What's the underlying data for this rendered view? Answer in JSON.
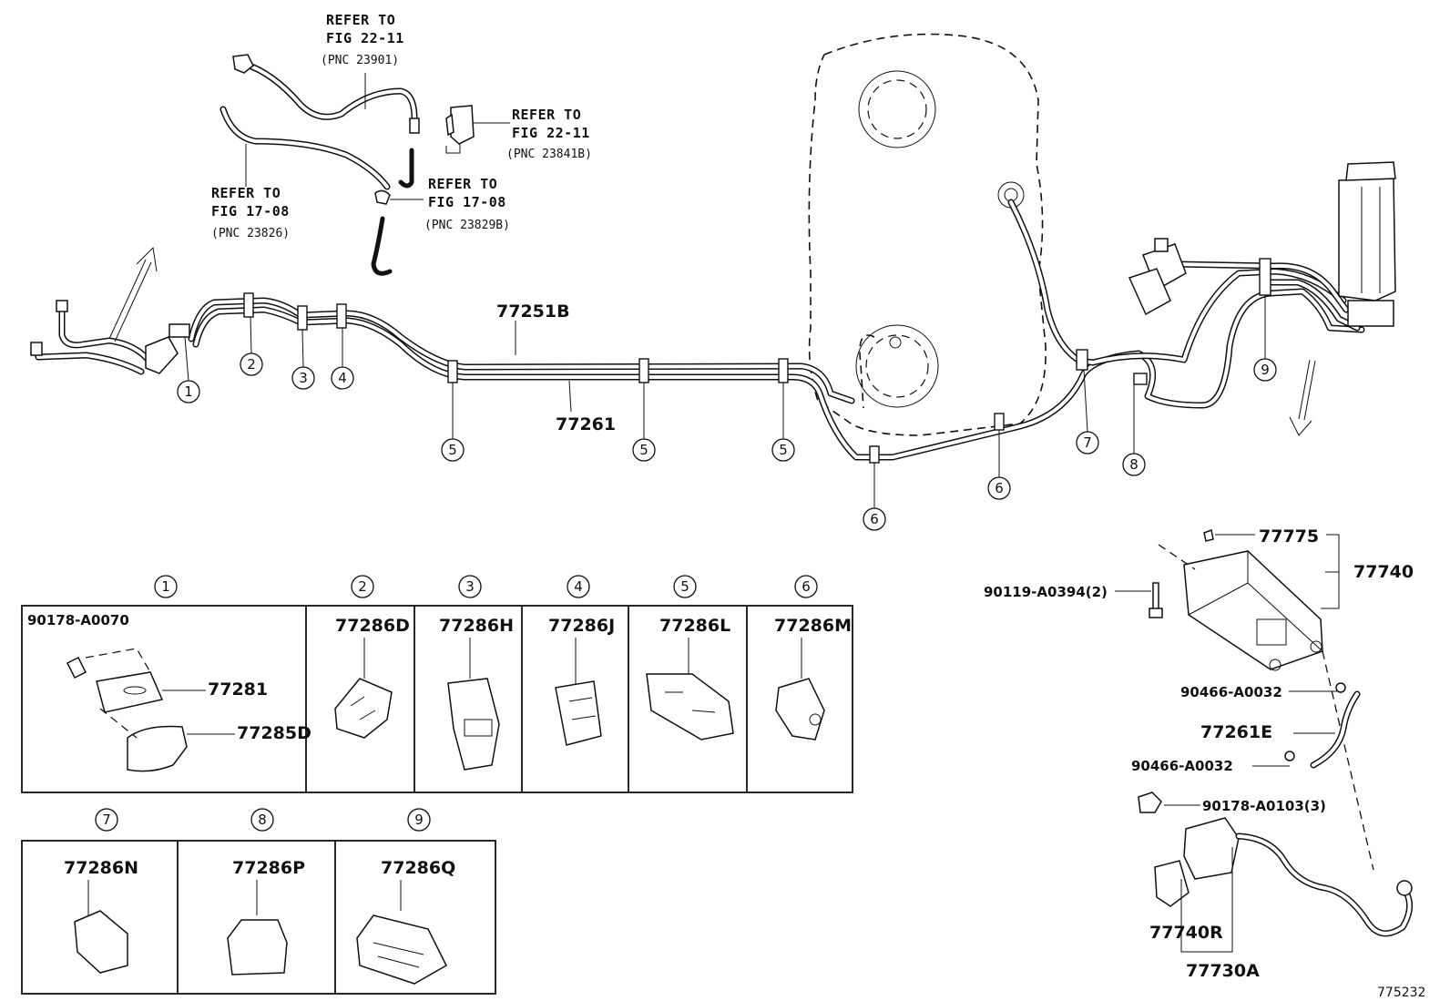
{
  "references": [
    {
      "line1": "REFER TO",
      "line2": "FIG 22-11",
      "pnc": "(PNC 23901)"
    },
    {
      "line1": "REFER TO",
      "line2": "FIG 22-11",
      "pnc": "(PNC 23841B)"
    },
    {
      "line1": "REFER TO",
      "line2": "FIG 17-08",
      "pnc": "(PNC 23829B)"
    },
    {
      "line1": "REFER TO",
      "line2": "FIG 17-08",
      "pnc": "(PNC 23826)"
    }
  ],
  "main_labels": {
    "tube_upper": "77251B",
    "tube_lower": "77261"
  },
  "callouts": [
    "1",
    "2",
    "3",
    "4",
    "5",
    "5",
    "5",
    "6",
    "6",
    "7",
    "8",
    "9"
  ],
  "clip_table_row1": [
    {
      "num": "1",
      "parts": [
        "90178-A0070",
        "77281",
        "77285D"
      ]
    },
    {
      "num": "2",
      "parts": [
        "77286D"
      ]
    },
    {
      "num": "3",
      "parts": [
        "77286H"
      ]
    },
    {
      "num": "4",
      "parts": [
        "77286J"
      ]
    },
    {
      "num": "5",
      "parts": [
        "77286L"
      ]
    },
    {
      "num": "6",
      "parts": [
        "77286M"
      ]
    }
  ],
  "clip_table_row2": [
    {
      "num": "7",
      "parts": [
        "77286N"
      ]
    },
    {
      "num": "8",
      "parts": [
        "77286P"
      ]
    },
    {
      "num": "9",
      "parts": [
        "77286Q"
      ]
    }
  ],
  "canister_parts": {
    "p77775": "77775",
    "p77740": "77740",
    "p90119": "90119-A0394(2)",
    "p90466a": "90466-A0032",
    "p77261E": "77261E",
    "p90466b": "90466-A0032",
    "p90178": "90178-A0103(3)",
    "p77740R": "77740R",
    "p77730A": "77730A"
  },
  "figure_id": "775232"
}
